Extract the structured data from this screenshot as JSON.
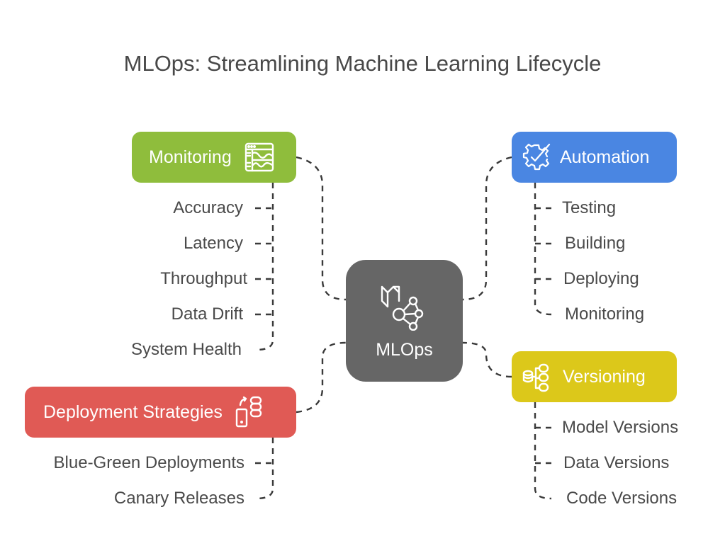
{
  "title": "MLOps: Streamlining Machine Learning Lifecycle",
  "center": {
    "label": "MLOps",
    "icon": "ml-network-icon",
    "color": "#666666"
  },
  "branches": {
    "monitoring": {
      "label": "Monitoring",
      "icon": "dashboard-chart-icon",
      "color": "#8fbd3c",
      "items": [
        "Accuracy",
        "Latency",
        "Throughput",
        "Data Drift",
        "System Health"
      ]
    },
    "automation": {
      "label": "Automation",
      "icon": "gear-check-icon",
      "color": "#4a86e2",
      "items": [
        "Testing",
        "Building",
        "Deploying",
        "Monitoring"
      ]
    },
    "versioning": {
      "label": "Versioning",
      "icon": "database-tree-icon",
      "color": "#dcc81a",
      "items": [
        "Model Versions",
        "Data Versions",
        "Code Versions"
      ]
    },
    "deployment": {
      "label": "Deployment Strategies",
      "icon": "device-deploy-icon",
      "color": "#e05a55",
      "items": [
        "Blue-Green Deployments",
        "Canary Releases"
      ]
    }
  }
}
